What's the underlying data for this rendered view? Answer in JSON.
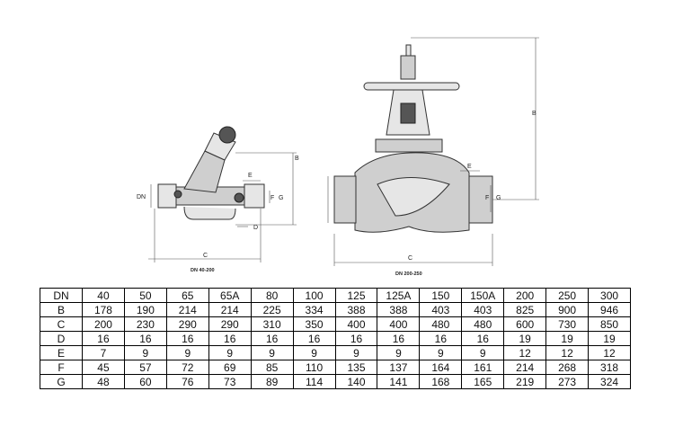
{
  "drawing": {
    "small_valve": {
      "caption": "DN 40-200",
      "labels": {
        "B": "B",
        "C": "C",
        "D": "D",
        "E": "E",
        "F": "F",
        "G": "G",
        "DN": "DN"
      }
    },
    "large_valve": {
      "caption": "DN 200-250",
      "labels": {
        "B": "B",
        "C": "C",
        "E": "E",
        "F": "F",
        "G": "G"
      }
    }
  },
  "table": {
    "rows": [
      {
        "label": "DN",
        "values": [
          "40",
          "50",
          "65",
          "65A",
          "80",
          "100",
          "125",
          "125A",
          "150",
          "150A",
          "200",
          "250",
          "300"
        ]
      },
      {
        "label": "B",
        "values": [
          "178",
          "190",
          "214",
          "214",
          "225",
          "334",
          "388",
          "388",
          "403",
          "403",
          "825",
          "900",
          "946"
        ]
      },
      {
        "label": "C",
        "values": [
          "200",
          "230",
          "290",
          "290",
          "310",
          "350",
          "400",
          "400",
          "480",
          "480",
          "600",
          "730",
          "850"
        ]
      },
      {
        "label": "D",
        "values": [
          "16",
          "16",
          "16",
          "16",
          "16",
          "16",
          "16",
          "16",
          "16",
          "16",
          "19",
          "19",
          "19"
        ]
      },
      {
        "label": "E",
        "values": [
          "7",
          "9",
          "9",
          "9",
          "9",
          "9",
          "9",
          "9",
          "9",
          "9",
          "12",
          "12",
          "12"
        ]
      },
      {
        "label": "F",
        "values": [
          "45",
          "57",
          "72",
          "69",
          "85",
          "110",
          "135",
          "137",
          "164",
          "161",
          "214",
          "268",
          "318"
        ]
      },
      {
        "label": "G",
        "values": [
          "48",
          "60",
          "76",
          "73",
          "89",
          "114",
          "140",
          "141",
          "168",
          "165",
          "219",
          "273",
          "324"
        ]
      }
    ]
  }
}
